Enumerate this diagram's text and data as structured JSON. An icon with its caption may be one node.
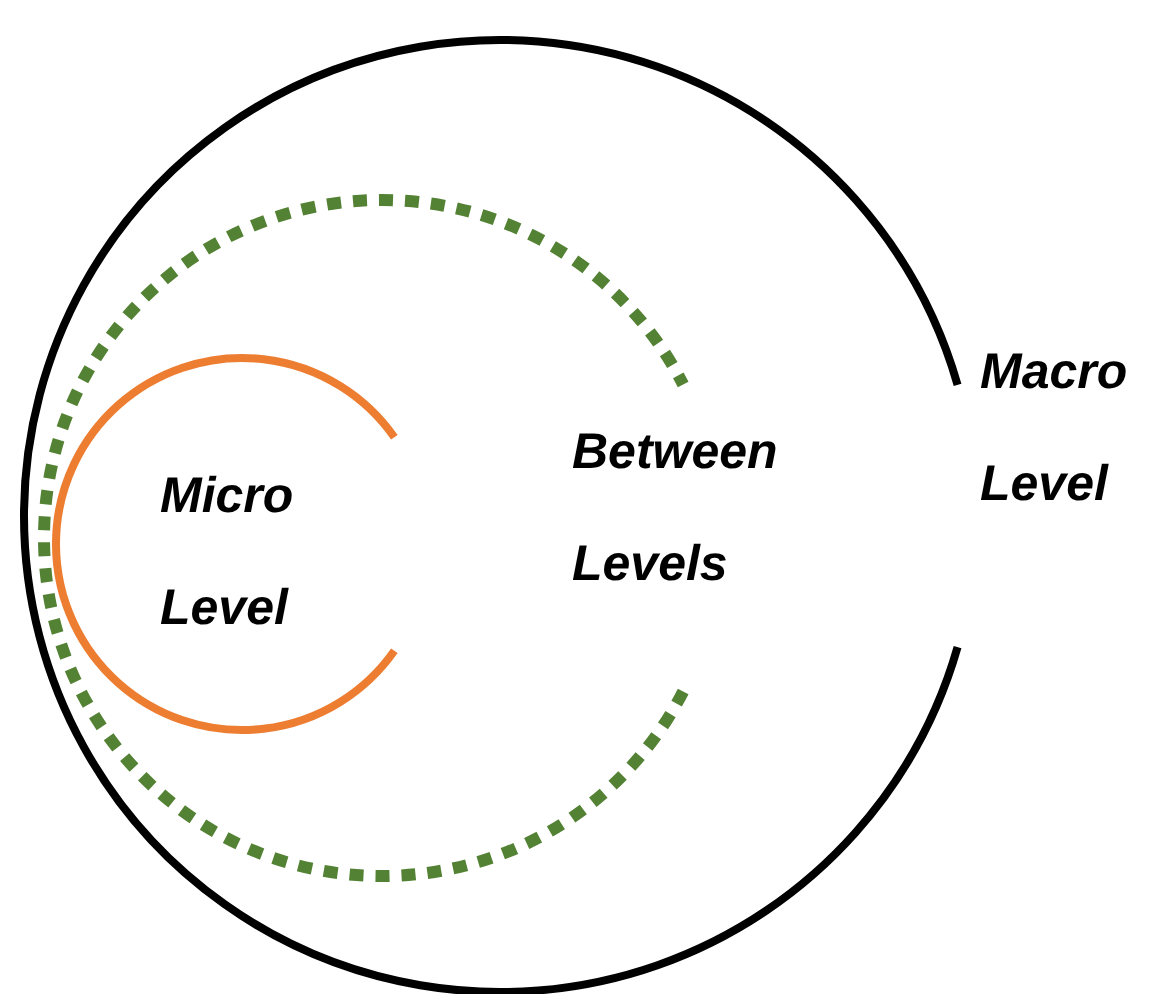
{
  "diagram": {
    "nodes": [
      {
        "text": [
          "Macro Level"
        ]
      },
      {
        "text": [
          "Between Levels"
        ],
        "in": 0
      },
      {
        "text": [
          "Micro Level"
        ],
        "in": 1
      }
    ]
  }
}
